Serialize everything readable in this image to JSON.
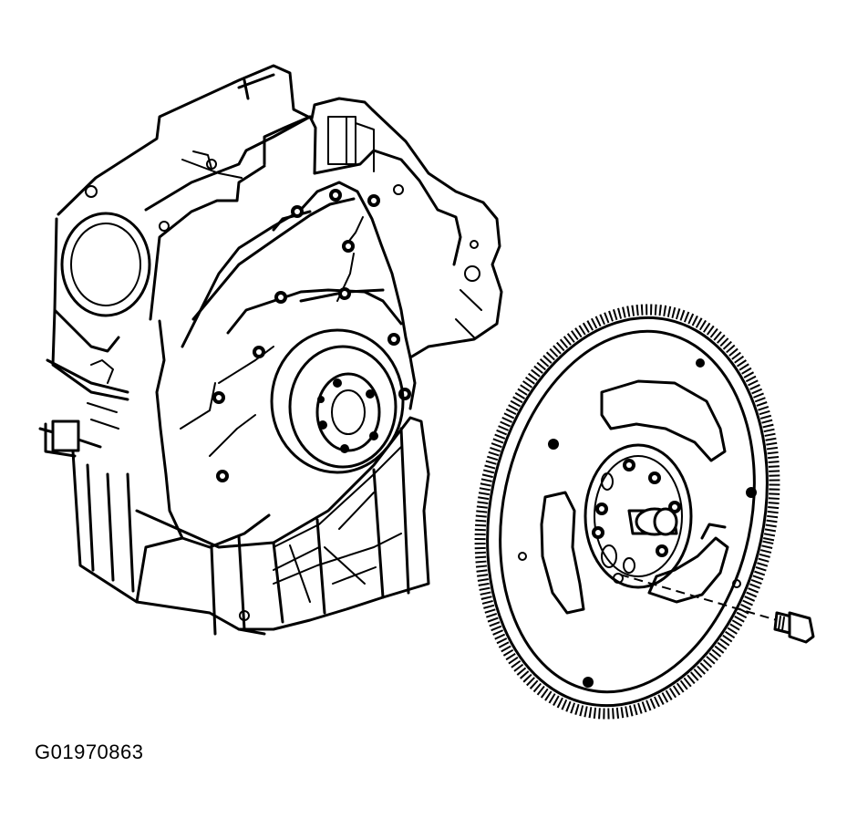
{
  "figure": {
    "id_label": "G01970863"
  },
  "components": [
    "engine-block",
    "timing-cover",
    "crankshaft-hub",
    "oil-pan",
    "flexplate",
    "ring-gear",
    "flexplate-bolt"
  ],
  "colors": {
    "ink": "#000000",
    "paper": "#ffffff"
  }
}
